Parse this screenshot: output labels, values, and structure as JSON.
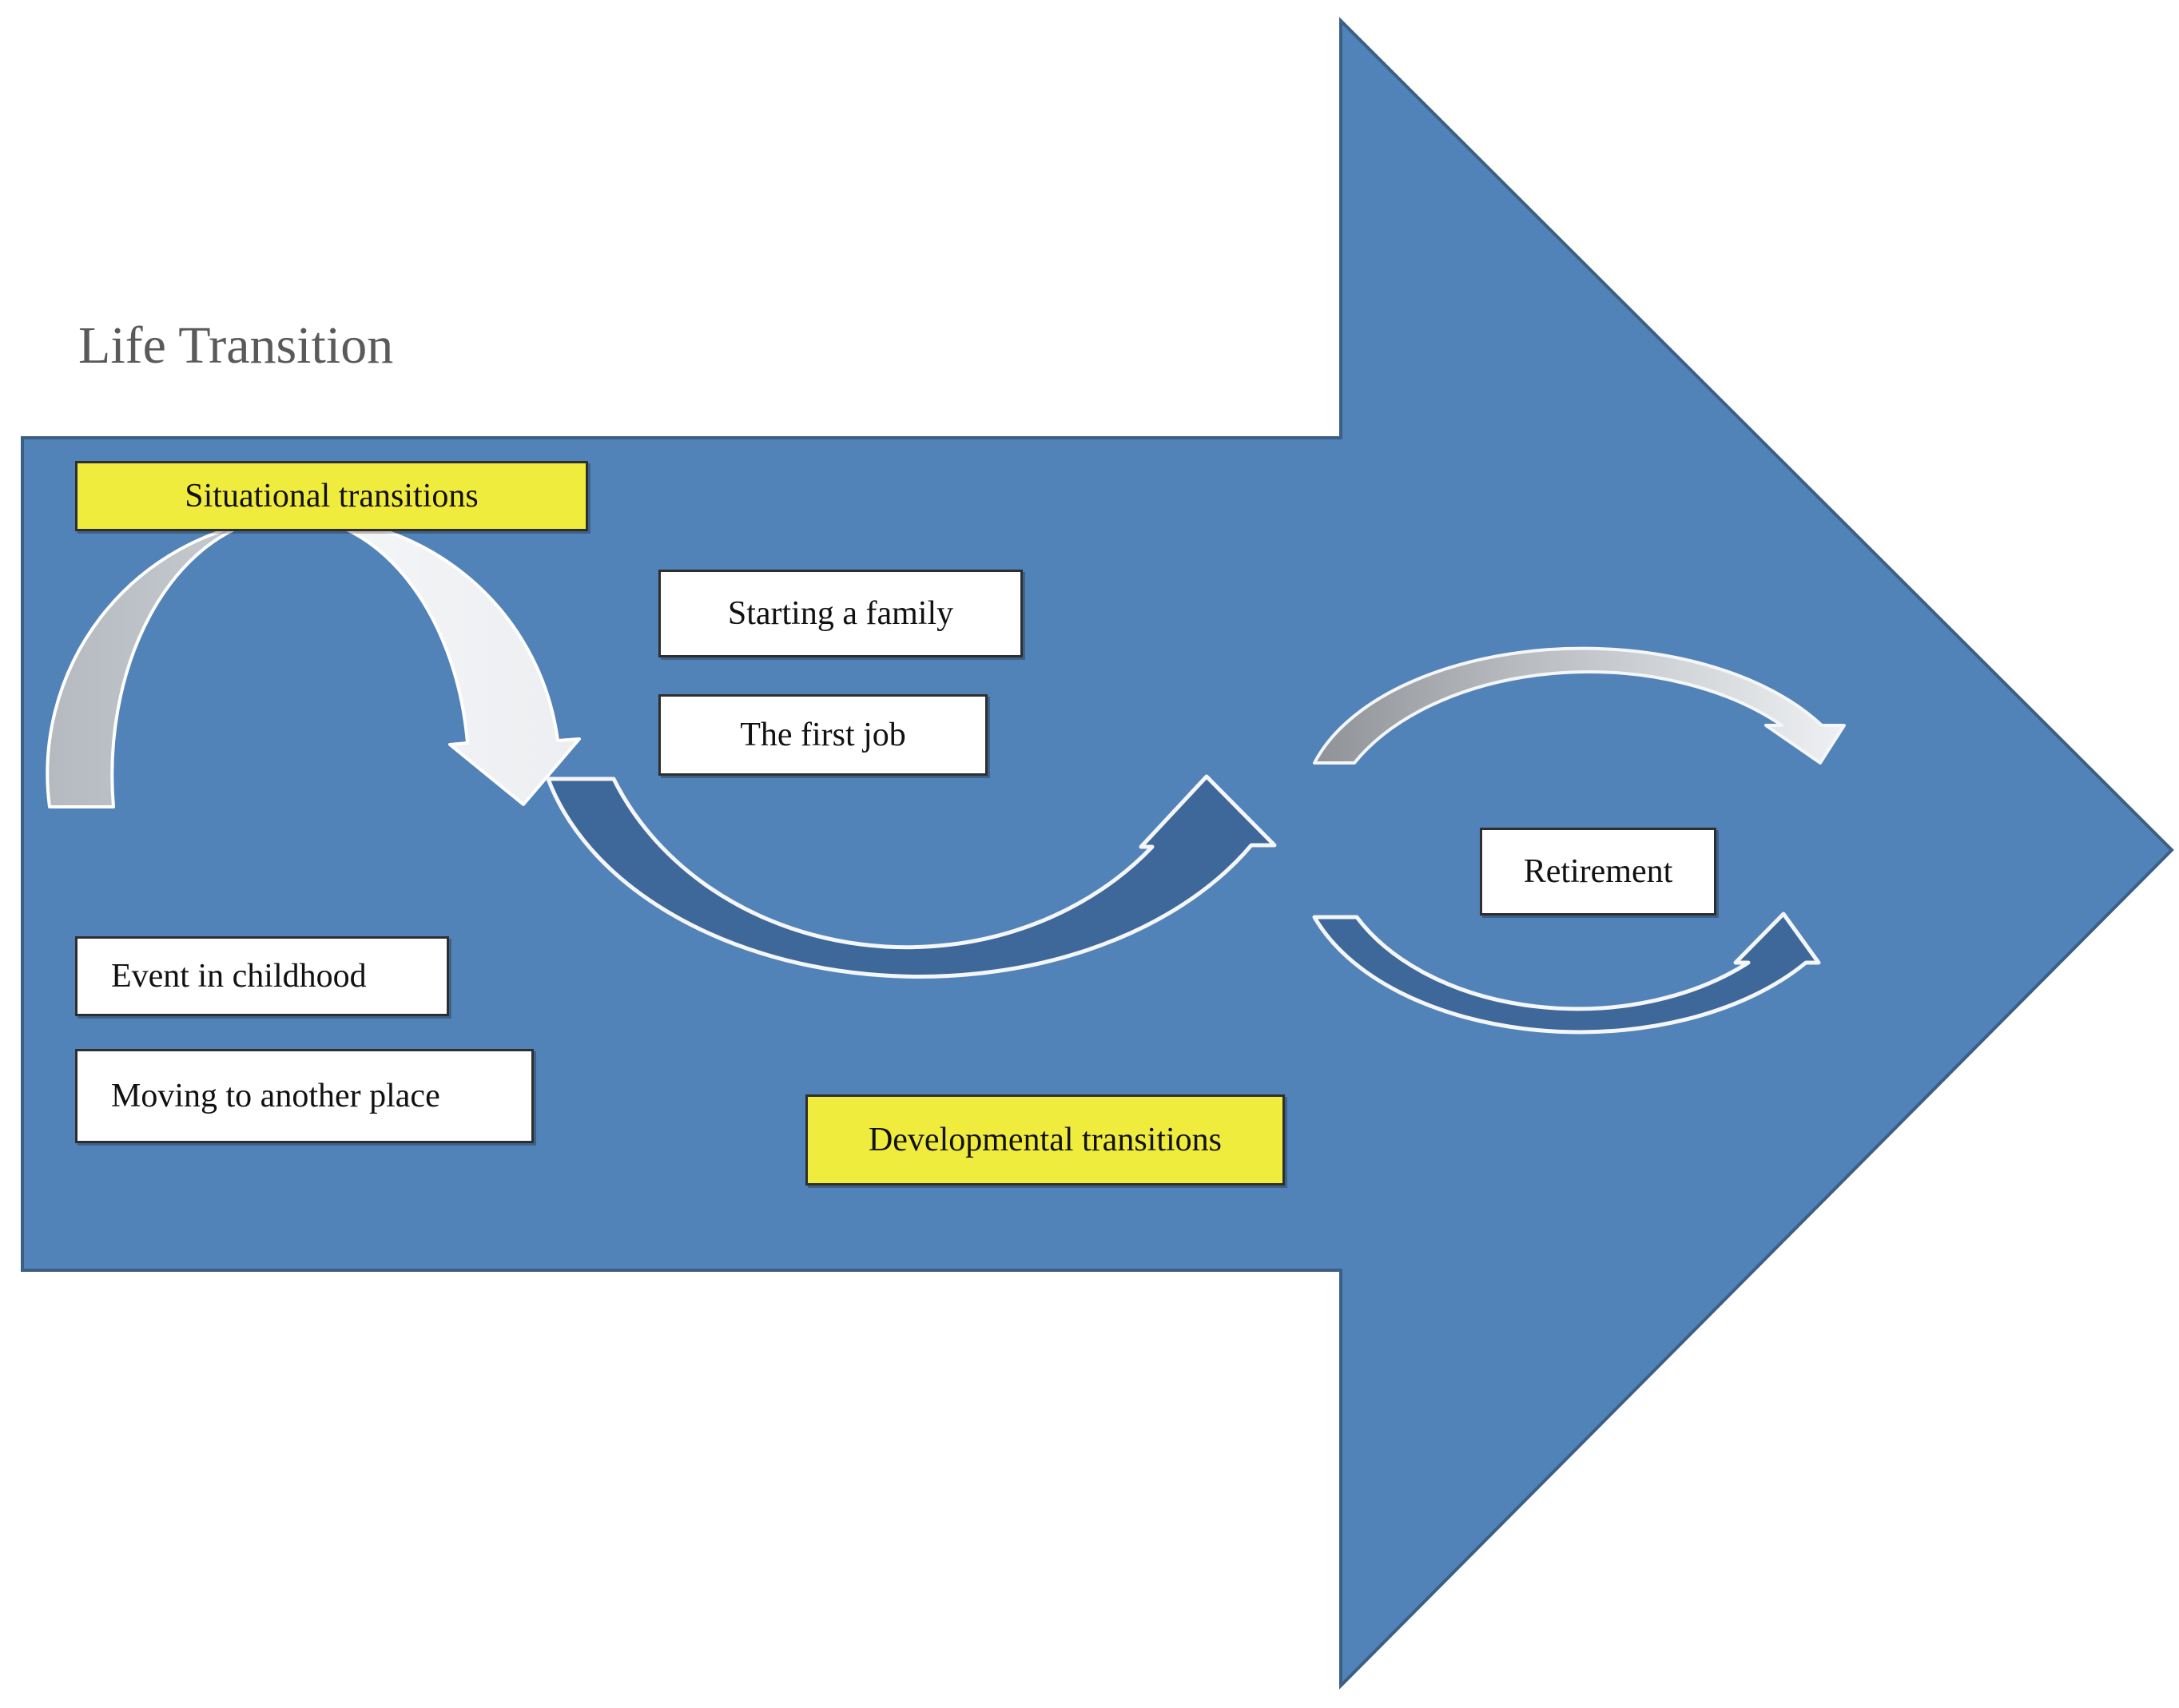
{
  "title": "Life Transition",
  "labels": {
    "situational": "Situational transitions",
    "starting_family": "Starting a family",
    "first_job": "The first job",
    "childhood": "Event in childhood",
    "moving": "Moving to another place",
    "developmental": "Developmental transitions",
    "retirement": "Retirement"
  },
  "colors": {
    "big_arrow": "#5283b8",
    "big_arrow_edge": "#3c5f85",
    "highlight": "#f0ec3e",
    "arrow_light": "#f2f3f5",
    "arrow_gray": "#b7bcc2",
    "arrow_dark_gray": "#8e9296",
    "arrow_dark_blue": "#3e679a",
    "title_text": "#5a5a5a"
  },
  "icons": [
    "big-right-arrow",
    "curved-arrow"
  ]
}
